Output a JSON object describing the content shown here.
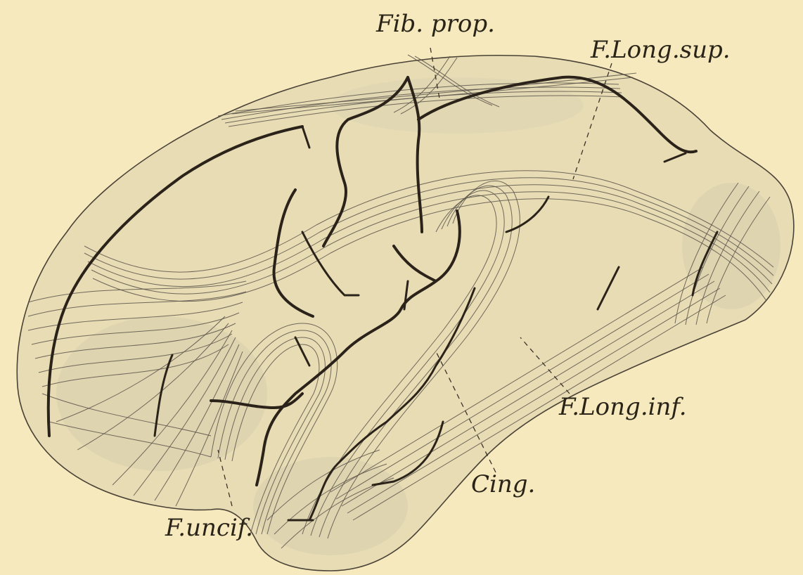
{
  "figure": {
    "background_color": "#f6e9bd",
    "hemisphere_fill": "#e7dcb4",
    "shadow_fill": "#d4ccb0",
    "ink_color": "#2b231a",
    "labels": {
      "fib_prop": "Fib. prop.",
      "f_long_sup": "F.Long.sup.",
      "f_long_inf": "F.Long.inf.",
      "cing": "Cing.",
      "f_uncif": "F.uncif."
    }
  }
}
